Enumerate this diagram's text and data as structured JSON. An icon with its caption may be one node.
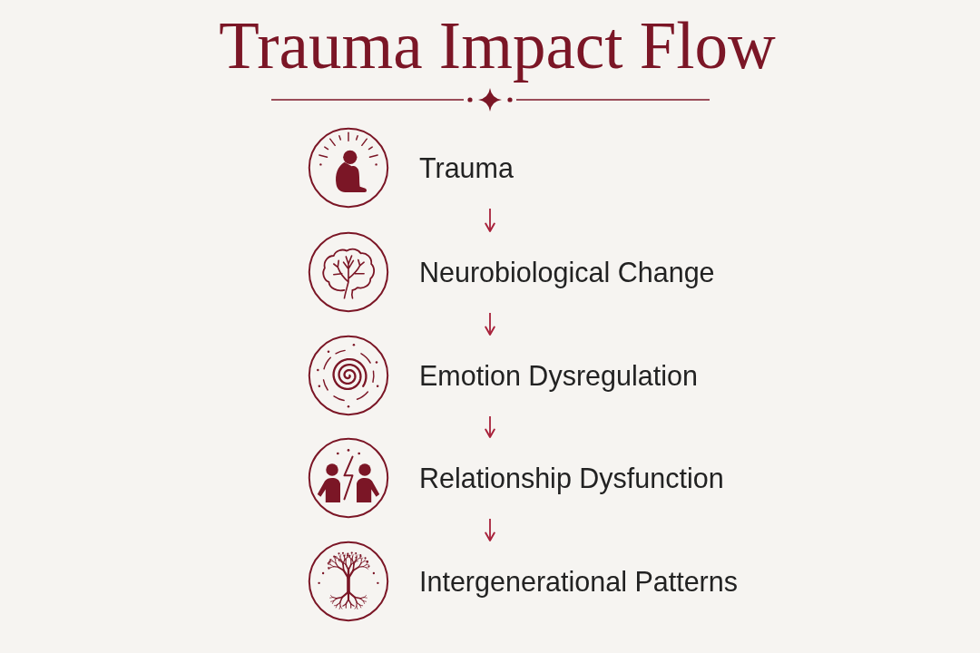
{
  "diagram": {
    "title": "Trauma Impact Flow",
    "nodes": [
      {
        "text": [
          "Trauma"
        ]
      },
      {
        "text": [
          "Neurobiological Change"
        ]
      },
      {
        "text": [
          "Emotion Dysregulation"
        ]
      },
      {
        "text": [
          "Relationship Dysfunction"
        ]
      },
      {
        "text": [
          "Intergenerational Patterns"
        ]
      }
    ],
    "edges": [
      {
        "from": 0,
        "to": 1,
        "arrow": "to"
      },
      {
        "from": 1,
        "to": 2,
        "arrow": "to"
      },
      {
        "from": 2,
        "to": 3,
        "arrow": "to"
      },
      {
        "from": 3,
        "to": 4,
        "arrow": "to"
      }
    ]
  }
}
